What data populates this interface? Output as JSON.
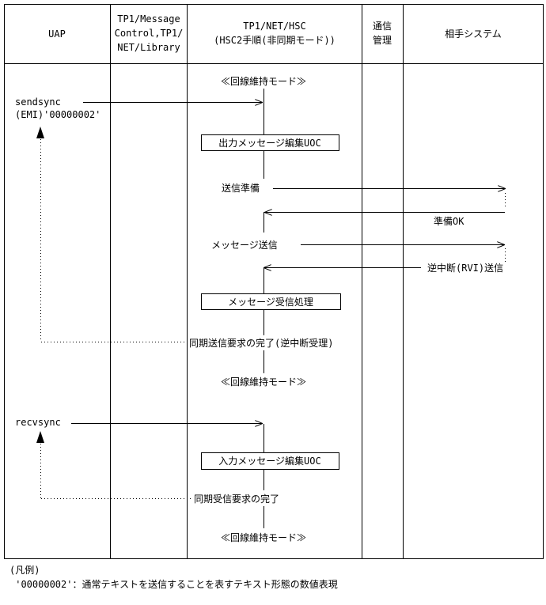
{
  "columns": [
    {
      "lines": [
        "UAP"
      ]
    },
    {
      "lines": [
        "TP1/Message",
        "Control,TP1/",
        "NET/Library"
      ]
    },
    {
      "lines": [
        "TP1/NET/HSC",
        "(HSC2手順(非同期モード))"
      ]
    },
    {
      "lines": [
        "通信",
        "管理"
      ]
    },
    {
      "lines": [
        "相手システム"
      ]
    }
  ],
  "mode_labels": {
    "mode1": "≪回線維持モード≫",
    "mode2": "≪回線維持モード≫",
    "mode3": "≪回線維持モード≫"
  },
  "calls": {
    "sendsync_1": "sendsync",
    "sendsync_2": "(EMI)'00000002'",
    "recvsync": "recvsync"
  },
  "boxes": {
    "out_uoc": "出力メッセージ編集UOC",
    "recv_proc": "メッセージ受信処理",
    "in_uoc": "入力メッセージ編集UOC"
  },
  "messages": {
    "send_prep": "送信準備",
    "prep_ok": "準備OK",
    "msg_send": "メッセージ送信",
    "rvi_send": "逆中断(RVI)送信",
    "sync_send_done": "同期送信要求の完了(逆中断受理)",
    "sync_recv_done": "同期受信要求の完了"
  },
  "legend": {
    "title": "(凡例)",
    "line": " '00000002'：通常テキストを送信することを表すテキスト形態の数値表現"
  }
}
